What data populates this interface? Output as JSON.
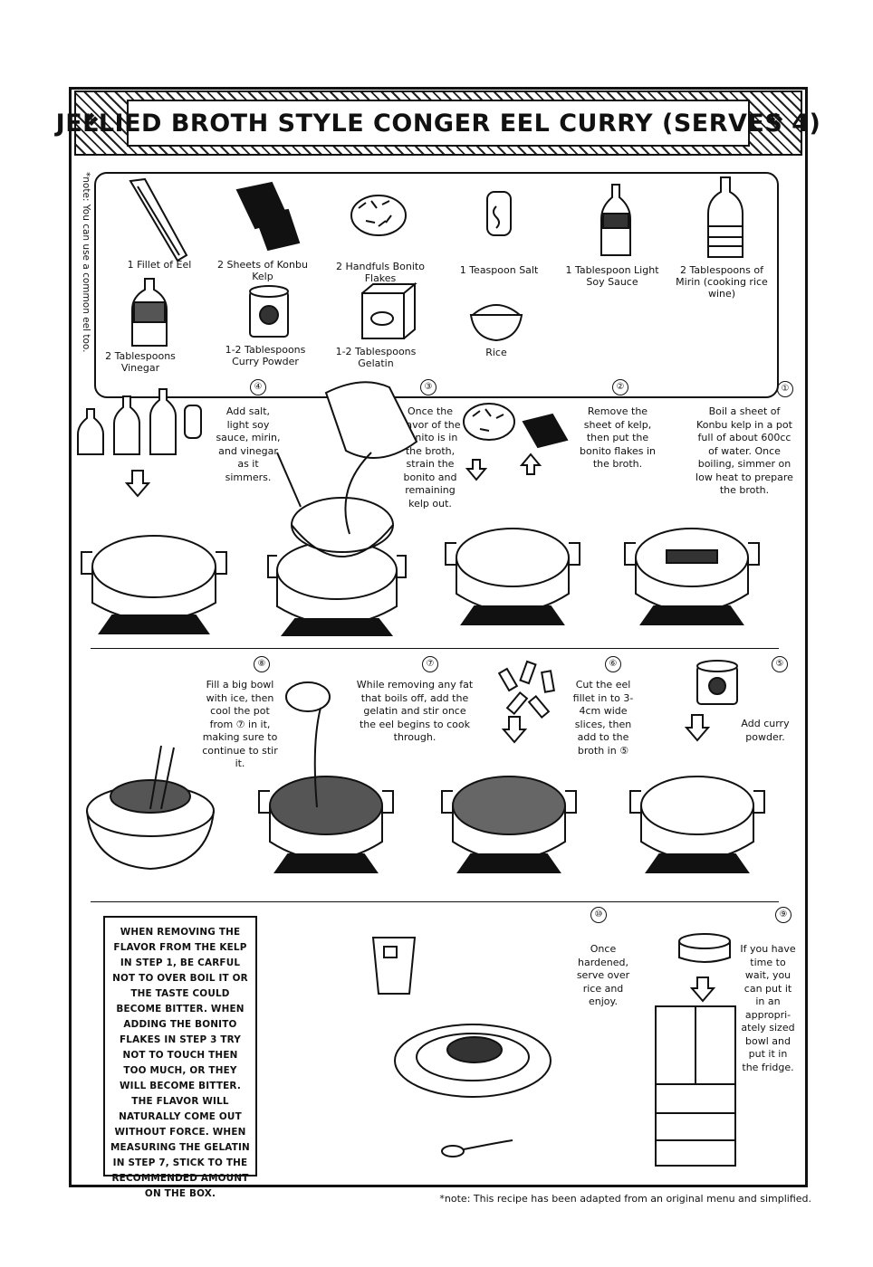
{
  "title": "JELLIED BROTH STYLE CONGER EEL CURRY (SERVES 4)",
  "side_note": "*note: You can use a common eel too.",
  "ingredients": [
    {
      "label": "1 Fillet of Eel",
      "icon": "eel-fillet-icon"
    },
    {
      "label": "2 Sheets of Konbu Kelp",
      "icon": "kelp-icon"
    },
    {
      "label": "2 Handfuls Bonito Flakes",
      "icon": "bonito-flakes-icon"
    },
    {
      "label": "1 Teaspoon Salt",
      "icon": "salt-shaker-icon"
    },
    {
      "label": "1 Tablespoon Light Soy Sauce",
      "icon": "soy-sauce-bottle-icon"
    },
    {
      "label": "2 Tablespoons of Mirin (cooking rice wine)",
      "icon": "mirin-bottle-icon"
    },
    {
      "label": "2 Tablespoons Vinegar",
      "icon": "vinegar-bottle-icon"
    },
    {
      "label": "1-2 Tablespoons Curry Powder",
      "icon": "curry-can-icon"
    },
    {
      "label": "1-2 Tablespoons Gelatin",
      "icon": "gelatin-box-icon"
    },
    {
      "label": "Rice",
      "icon": "rice-bowl-icon"
    }
  ],
  "steps": [
    {
      "num": "①",
      "text": "Boil a sheet of Konbu kelp in a pot full of about 600cc of water. Once boiling, simmer on low heat to prepare the broth."
    },
    {
      "num": "②",
      "text": "Remove the sheet of kelp, then put the bonito flakes in the broth."
    },
    {
      "num": "③",
      "text": "Once the flavor of the bonito is in the broth, strain the bonito and remaining kelp out."
    },
    {
      "num": "④",
      "text": "Add salt, light soy sauce, mirin, and vinegar as it simmers."
    },
    {
      "num": "⑤",
      "text": "Add curry powder."
    },
    {
      "num": "⑥",
      "text": "Cut the eel fillet in to 3-4cm wide slices, then add to the broth in ⑤"
    },
    {
      "num": "⑦",
      "text": "While removing any fat that boils off, add the gelatin and stir once the eel begins to cook through."
    },
    {
      "num": "⑧",
      "text": "Fill a big bowl with ice, then cool the pot from ⑦ in it, making sure to continue to stir it."
    },
    {
      "num": "⑨",
      "text": "If you have time to wait, you can put it in an appropri-ately sized bowl and put it in the fridge."
    },
    {
      "num": "⑩",
      "text": "Once hardened, serve over rice and enjoy."
    }
  ],
  "tip": "WHEN REMOVING THE FLAVOR FROM THE KELP IN STEP 1, BE CARFUL NOT TO OVER BOIL IT OR THE TASTE COULD BECOME BITTER. WHEN ADDING THE BONITO FLAKES IN STEP 3 TRY NOT TO TOUCH THEN TOO MUCH, OR THEY WILL BECOME BITTER. THE FLAVOR WILL NATURALLY COME OUT WITHOUT FORCE. WHEN MEASURING THE GELATIN IN STEP 7, STICK TO THE RECOMMENDED AMOUNT ON THE BOX.",
  "footnote": "*note: This recipe has been adapted from an original menu and simplified."
}
